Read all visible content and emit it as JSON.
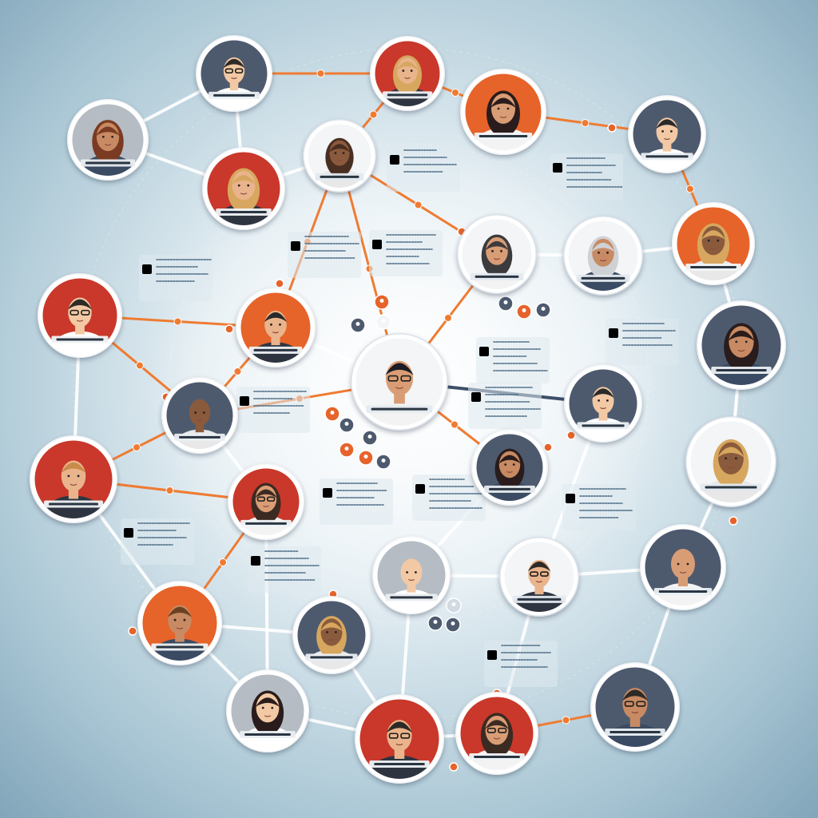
{
  "colors": {
    "orange": "#e8642a",
    "red": "#cc3b2c",
    "slate": "#4e5b70",
    "white_link": "#ffffff",
    "orange_link": "#ef7b32",
    "navy_link": "#3c4f6a"
  },
  "people": [
    {
      "id": "p1",
      "style": "slate",
      "head": "man-glasses-icon"
    },
    {
      "id": "p2",
      "style": "red",
      "head": "woman-blonde-icon"
    },
    {
      "id": "p3",
      "style": "orange",
      "head": "woman-dark-hair-icon"
    },
    {
      "id": "p4",
      "style": "grey",
      "head": "woman-red-hair-icon"
    },
    {
      "id": "p5",
      "style": "white",
      "head": "woman-brunette-icon"
    },
    {
      "id": "p6",
      "style": "slate",
      "head": "man-suit-icon"
    },
    {
      "id": "p7",
      "style": "red",
      "head": "woman-blonde-icon"
    },
    {
      "id": "p8",
      "style": "white",
      "head": "woman-silhouette-icon"
    },
    {
      "id": "p9",
      "style": "white",
      "head": "woman-grey-hair-icon"
    },
    {
      "id": "p10",
      "style": "orange",
      "head": "woman-blonde-icon"
    },
    {
      "id": "p11",
      "style": "red",
      "head": "man-glasses-icon"
    },
    {
      "id": "p12",
      "style": "orange",
      "head": "man-suit-icon"
    },
    {
      "id": "p13",
      "style": "white",
      "head": "man-glasses-hub-icon"
    },
    {
      "id": "p14",
      "style": "slate",
      "head": "woman-dark-hair-icon"
    },
    {
      "id": "p15",
      "style": "slate",
      "head": "man-bald-icon"
    },
    {
      "id": "p16",
      "style": "slate",
      "head": "man-suit-icon"
    },
    {
      "id": "p17",
      "style": "red",
      "head": "man-blonde-icon"
    },
    {
      "id": "p18",
      "style": "red",
      "head": "woman-glasses-icon"
    },
    {
      "id": "p19",
      "style": "slate",
      "head": "woman-dark-hair-icon"
    },
    {
      "id": "p20",
      "style": "white",
      "head": "woman-blonde-icon"
    },
    {
      "id": "p21",
      "style": "grey",
      "head": "man-bald-icon"
    },
    {
      "id": "p22",
      "style": "white",
      "head": "man-glasses-icon"
    },
    {
      "id": "p23",
      "style": "slate",
      "head": "man-bald-icon"
    },
    {
      "id": "p24",
      "style": "orange",
      "head": "man-brown-hair-icon"
    },
    {
      "id": "p25",
      "style": "slate",
      "head": "woman-blonde-icon"
    },
    {
      "id": "p26",
      "style": "grey",
      "head": "woman-dark-hair-icon"
    },
    {
      "id": "p27",
      "style": "red",
      "head": "man-glasses-icon"
    },
    {
      "id": "p28",
      "style": "red",
      "head": "woman-glasses-icon"
    },
    {
      "id": "p29",
      "style": "slate",
      "head": "man-glasses-icon"
    }
  ],
  "links": [
    [
      "p1",
      "p2",
      "orange"
    ],
    [
      "p1",
      "p4",
      "white"
    ],
    [
      "p2",
      "p3",
      "orange"
    ],
    [
      "p2",
      "p5",
      "orange"
    ],
    [
      "p3",
      "p6",
      "orange"
    ],
    [
      "p4",
      "p7",
      "white"
    ],
    [
      "p5",
      "p7",
      "white"
    ],
    [
      "p5",
      "p8",
      "orange"
    ],
    [
      "p5",
      "p12",
      "orange"
    ],
    [
      "p5",
      "p13",
      "orange"
    ],
    [
      "p6",
      "p10",
      "orange"
    ],
    [
      "p8",
      "p13",
      "orange"
    ],
    [
      "p9",
      "p10",
      "white"
    ],
    [
      "p10",
      "p14",
      "white"
    ],
    [
      "p11",
      "p12",
      "orange"
    ],
    [
      "p11",
      "p15",
      "orange"
    ],
    [
      "p11",
      "p17",
      "white"
    ],
    [
      "p12",
      "p13",
      "white"
    ],
    [
      "p12",
      "p15",
      "orange"
    ],
    [
      "p13",
      "p15",
      "orange"
    ],
    [
      "p13",
      "p16",
      "navy"
    ],
    [
      "p13",
      "p19",
      "orange"
    ],
    [
      "p14",
      "p20",
      "white"
    ],
    [
      "p15",
      "p17",
      "orange"
    ],
    [
      "p15",
      "p18",
      "white"
    ],
    [
      "p16",
      "p22",
      "white"
    ],
    [
      "p14",
      "p20",
      "white"
    ],
    [
      "p17",
      "p18",
      "orange"
    ],
    [
      "p17",
      "p24",
      "white"
    ],
    [
      "p18",
      "p24",
      "orange"
    ],
    [
      "p18",
      "p26",
      "white"
    ],
    [
      "p19",
      "p21",
      "white"
    ],
    [
      "p20",
      "p23",
      "white"
    ],
    [
      "p21",
      "p22",
      "white"
    ],
    [
      "p22",
      "p23",
      "white"
    ],
    [
      "p23",
      "p29",
      "white"
    ],
    [
      "p24",
      "p25",
      "white"
    ],
    [
      "p24",
      "p26",
      "white"
    ],
    [
      "p25",
      "p27",
      "white"
    ],
    [
      "p26",
      "p27",
      "white"
    ],
    [
      "p27",
      "p28",
      "white"
    ],
    [
      "p28",
      "p29",
      "orange"
    ],
    [
      "p21",
      "p27",
      "white"
    ],
    [
      "p22",
      "p28",
      "white"
    ],
    [
      "p1",
      "p7",
      "white"
    ],
    [
      "p9",
      "p8",
      "white"
    ]
  ]
}
